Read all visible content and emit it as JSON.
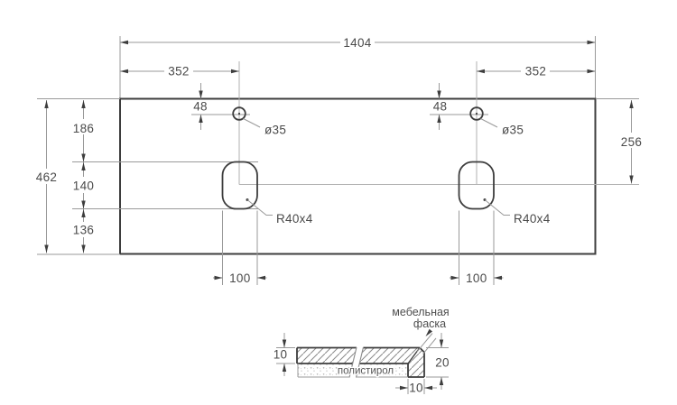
{
  "drawing": {
    "plan": {
      "dim_total_width": "1404",
      "dim_offset_left": "352",
      "dim_offset_right": "352",
      "dim_total_height": "462",
      "dim_top_to_cutout": "186",
      "dim_cutout_height": "140",
      "dim_cutout_to_bottom": "136",
      "dim_faucet_left": "48",
      "dim_faucet_right": "48",
      "label_faucet_left": "ø35",
      "label_faucet_right": "ø35",
      "dim_center_from_top_right": "256",
      "label_radius_left": "R40x4",
      "label_radius_right": "R40x4",
      "dim_cutout_width_left": "100",
      "dim_cutout_width_right": "100"
    },
    "section": {
      "dim_top_thickness": "10",
      "dim_edge_height": "20",
      "dim_edge_width": "10",
      "label_core": "полистирол",
      "label_chamfer_line1": "мебельная",
      "label_chamfer_line2": "фаска"
    },
    "colors": {
      "outline": "#3d3d3d",
      "dim_line": "#9a9a9a",
      "text": "#4a4a4a"
    }
  }
}
